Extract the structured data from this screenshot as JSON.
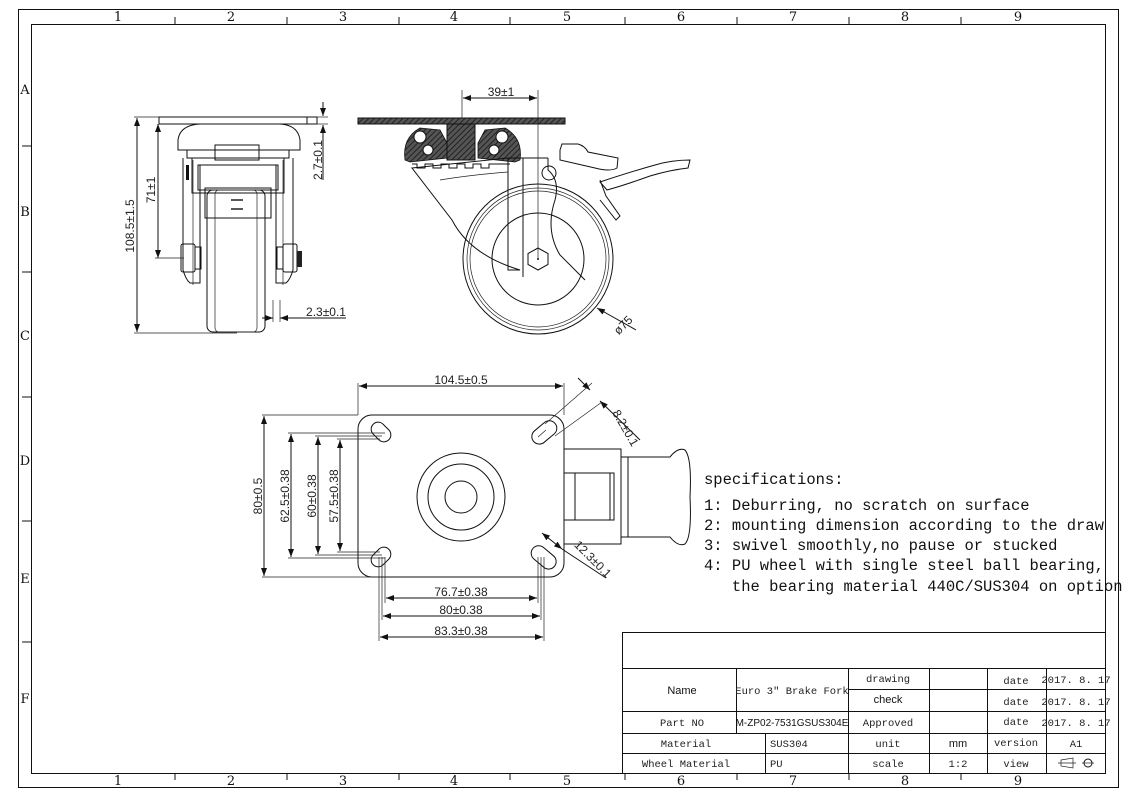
{
  "drawing": {
    "column_labels": [
      "1",
      "2",
      "3",
      "4",
      "5",
      "6",
      "7",
      "8",
      "9"
    ],
    "row_labels": [
      "A",
      "B",
      "C",
      "D",
      "E",
      "F"
    ]
  },
  "front_view": {
    "dims": {
      "overall_height": "108.5±1.5",
      "axle_height": "71±1",
      "plate_thickness": "2.7±0.1",
      "fork_gap": "2.3±0.1"
    }
  },
  "side_view": {
    "dims": {
      "offset": "39±1",
      "wheel_diameter": "ø75"
    }
  },
  "top_view": {
    "dims": {
      "plate_length": "104.5±0.5",
      "plate_width": "80±0.5",
      "hole_span_1": "62.5±0.38",
      "hole_span_2": "60±0.38",
      "hole_span_3": "57.5±0.38",
      "hole_pitch_1": "76.7±0.38",
      "hole_pitch_2": "80±0.38",
      "hole_pitch_3": "83.3±0.38",
      "slot_width": "8.2±0.1",
      "slot_length": "12.3±0.1"
    }
  },
  "specifications": {
    "title": "specifications:",
    "items": [
      "1: Deburring, no scratch on surface",
      "2: mounting dimension according to the draw",
      "3: swivel smoothly,no pause or stucked",
      "4: PU wheel with single steel ball bearing,",
      "   the bearing material 440C/SUS304 on option"
    ]
  },
  "title_block": {
    "name_label": "Name",
    "name_value": "Euro 3\" Brake Fork",
    "part_no_label": "Part NO",
    "part_no_value": "M-ZP02-7531GSUS304E",
    "material_label": "Material",
    "material_value": "SUS304",
    "wheel_material_label": "Wheel Material",
    "wheel_material_value": "PU",
    "drawing_label": "drawing",
    "check_label": "check",
    "approved_label": "Approved",
    "unit_label": "unit",
    "unit_value": "mm",
    "scale_label": "scale",
    "scale_value": "1:2",
    "date_label_1": "date",
    "date_label_2": "date",
    "date_label_3": "date",
    "date_1": "2017. 8. 17",
    "date_2": "2017. 8. 17",
    "date_3": "2017. 8. 17",
    "version_label": "version",
    "version_value": "A1",
    "view_label": "view",
    "view_symbol": "first-angle-projection-icon"
  }
}
